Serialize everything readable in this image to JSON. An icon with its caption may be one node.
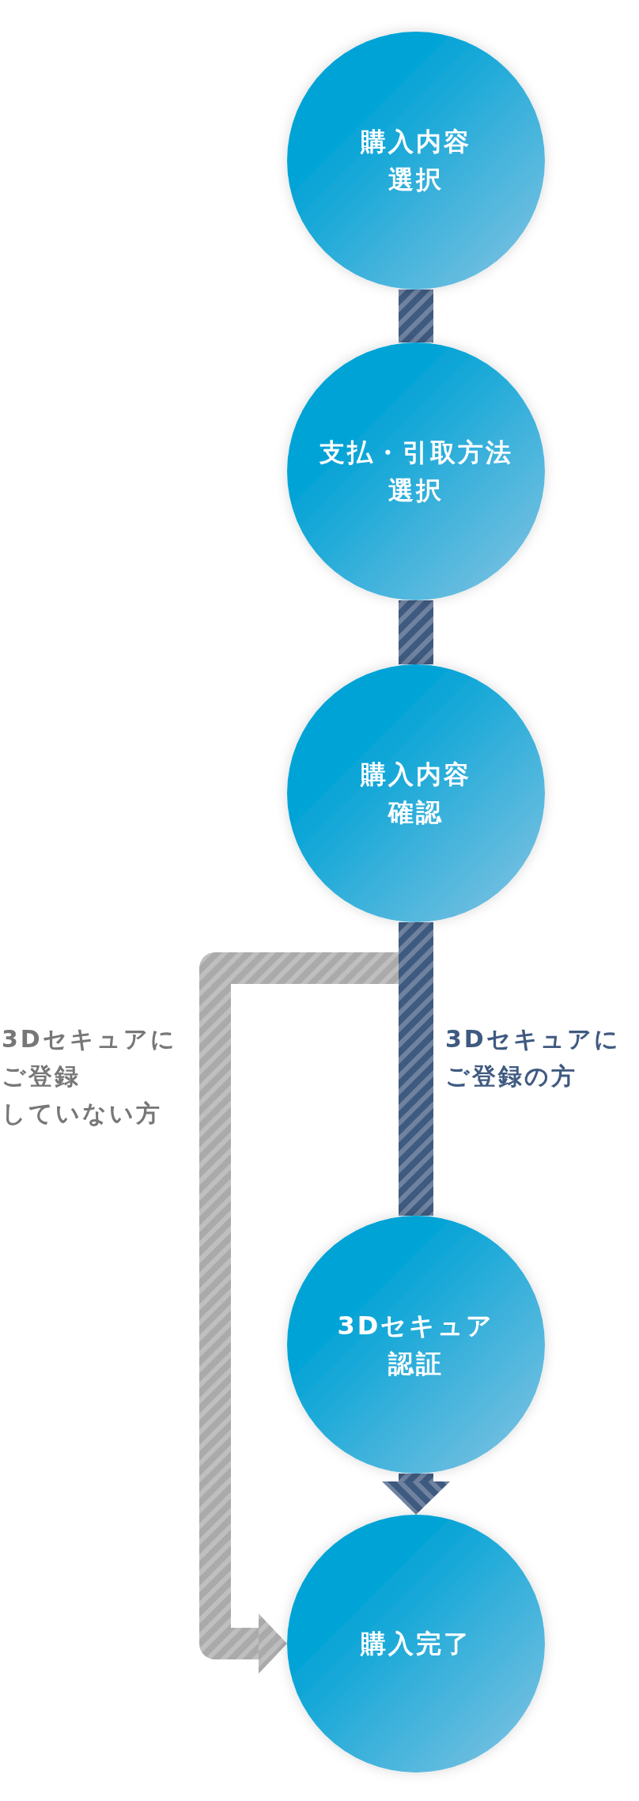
{
  "diagram": {
    "nodes": [
      {
        "text": [
          "購入内容選択"
        ]
      },
      {
        "text": [
          "支払・引取方法選択"
        ]
      },
      {
        "text": [
          "購入内容確認"
        ]
      },
      {
        "text": [
          "3Dセキュア認証"
        ]
      },
      {
        "text": [
          "購入完了"
        ]
      }
    ],
    "edges": [
      {
        "from": 0,
        "to": 1,
        "arrow": "none"
      },
      {
        "from": 1,
        "to": 2,
        "arrow": "none"
      },
      {
        "from": 2,
        "to": 3,
        "arrow": "none",
        "label": "3Dセキュアにご登録の方"
      },
      {
        "from": 3,
        "to": 4,
        "arrow": "to"
      },
      {
        "from": 2,
        "to": 4,
        "arrow": "to",
        "label": "3Dセキュアにご登録していない方",
        "color": "#aaaaaa"
      }
    ]
  }
}
